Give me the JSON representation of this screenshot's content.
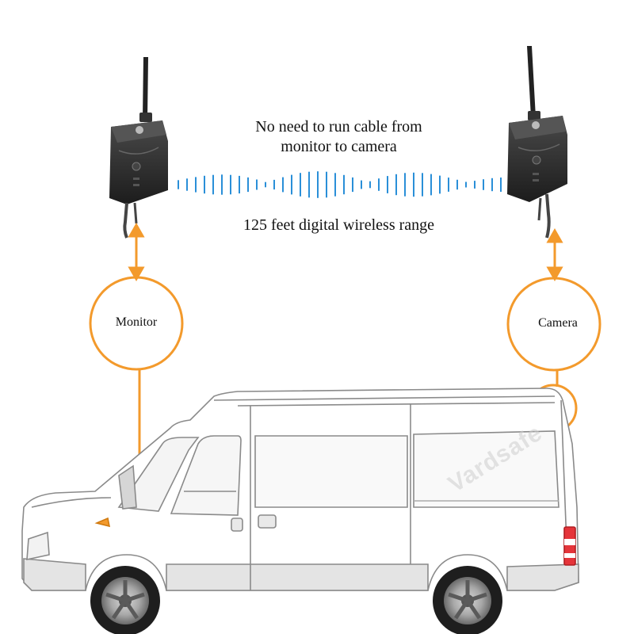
{
  "caption": {
    "line1": "No need to run cable from",
    "line2": "monitor to camera",
    "range": "125 feet digital wireless range"
  },
  "labels": {
    "monitor": "Monitor",
    "camera": "Camera"
  },
  "watermark": "Vardsafe",
  "colors": {
    "accent": "#f39a2c",
    "signal": "#2a8fd8",
    "device": "#2b2b2b",
    "van_outline": "#8a8a8a"
  }
}
